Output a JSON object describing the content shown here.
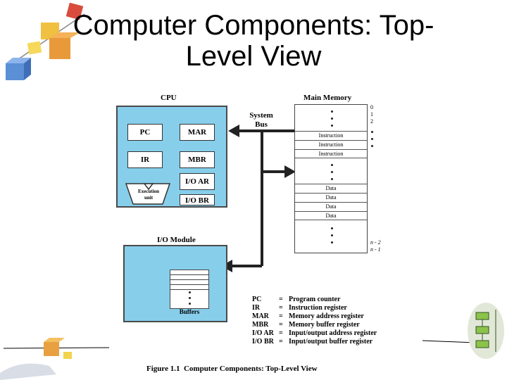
{
  "slide": {
    "title": "Computer Components: Top-Level View"
  },
  "figure": {
    "cpu_label": "CPU",
    "registers": [
      "PC",
      "MAR",
      "IR",
      "MBR",
      "I/O AR",
      "I/O BR"
    ],
    "execution_unit": [
      "Execution",
      "unit"
    ],
    "system_bus": [
      "System",
      "Bus"
    ],
    "memory": {
      "label": "Main Memory",
      "addresses": [
        "0",
        "1",
        "2",
        "n - 2",
        "n - 1"
      ],
      "instruction_rows": [
        "Instruction",
        "Instruction",
        "Instruction"
      ],
      "data_rows": [
        "Data",
        "Data",
        "Data",
        "Data"
      ]
    },
    "io_module": {
      "label": "I/O Module",
      "buffers_label": "Buffers"
    },
    "legend": [
      {
        "abbr": "PC",
        "eq": "=",
        "full": "Program counter"
      },
      {
        "abbr": "IR",
        "eq": "=",
        "full": "Instruction register"
      },
      {
        "abbr": "MAR",
        "eq": "=",
        "full": "Memory address register"
      },
      {
        "abbr": "MBR",
        "eq": "=",
        "full": "Memory buffer register"
      },
      {
        "abbr": "I/O AR",
        "eq": "=",
        "full": "Input/output address register"
      },
      {
        "abbr": "I/O BR",
        "eq": "=",
        "full": "Input/output buffer register"
      }
    ],
    "caption_number": "Figure 1.1",
    "caption_text": "Computer Components: Top-Level View"
  },
  "colors": {
    "panel": "#87ceeb",
    "bus": "#222222"
  },
  "decorations": {
    "top_left": "cubes-clipart-icon",
    "bottom_left": "cube-hand-clipart-icon",
    "bottom_right": "flowchart-clipart-icon"
  }
}
